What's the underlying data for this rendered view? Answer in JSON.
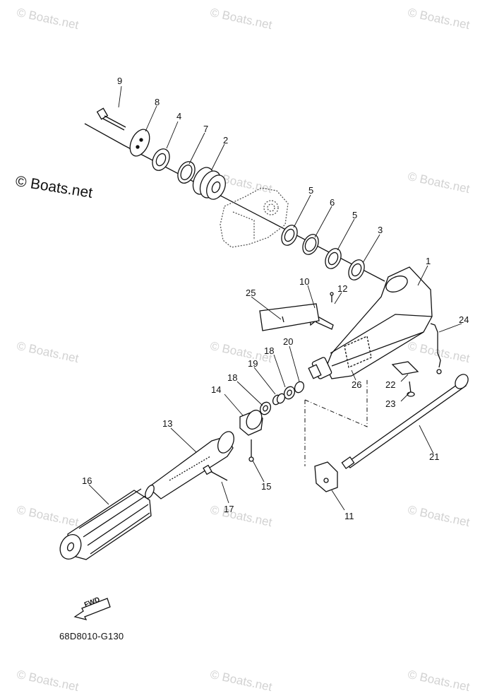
{
  "watermark": "© Boats.net",
  "copyright": "© Boats.net",
  "drawing_code": "68D8010-G130",
  "fwd_label": "FWD",
  "callouts": [
    {
      "id": "9",
      "label": "9"
    },
    {
      "id": "8",
      "label": "8"
    },
    {
      "id": "4",
      "label": "4"
    },
    {
      "id": "7",
      "label": "7"
    },
    {
      "id": "2",
      "label": "2"
    },
    {
      "id": "5a",
      "label": "5"
    },
    {
      "id": "6",
      "label": "6"
    },
    {
      "id": "5b",
      "label": "5"
    },
    {
      "id": "3",
      "label": "3"
    },
    {
      "id": "1",
      "label": "1"
    },
    {
      "id": "10",
      "label": "10"
    },
    {
      "id": "12",
      "label": "12"
    },
    {
      "id": "25",
      "label": "25"
    },
    {
      "id": "24",
      "label": "24"
    },
    {
      "id": "18a",
      "label": "18"
    },
    {
      "id": "20",
      "label": "20"
    },
    {
      "id": "19",
      "label": "19"
    },
    {
      "id": "18b",
      "label": "18"
    },
    {
      "id": "26",
      "label": "26"
    },
    {
      "id": "14",
      "label": "14"
    },
    {
      "id": "22",
      "label": "22"
    },
    {
      "id": "23",
      "label": "23"
    },
    {
      "id": "13",
      "label": "13"
    },
    {
      "id": "21",
      "label": "21"
    },
    {
      "id": "15",
      "label": "15"
    },
    {
      "id": "16",
      "label": "16"
    },
    {
      "id": "17",
      "label": "17"
    },
    {
      "id": "11",
      "label": "11"
    }
  ]
}
